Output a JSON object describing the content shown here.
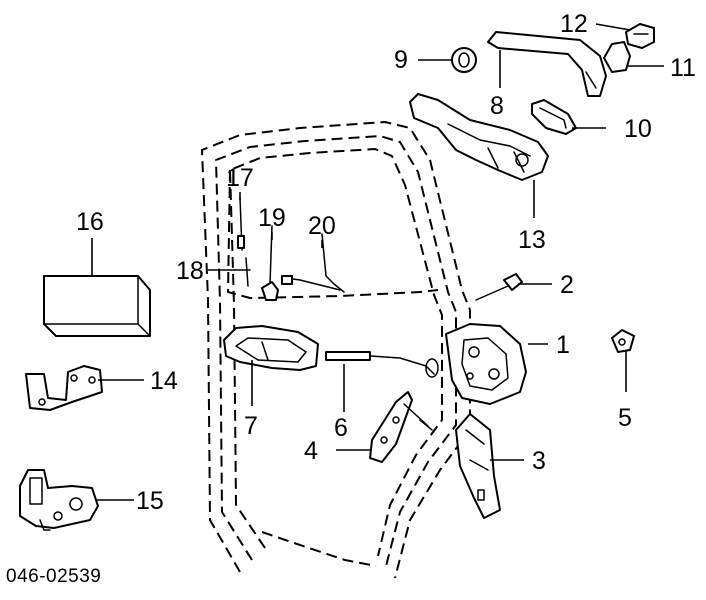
{
  "diagram_ref": "046-02539",
  "callouts": {
    "c1": "1",
    "c2": "2",
    "c3": "3",
    "c4": "4",
    "c5": "5",
    "c6": "6",
    "c7": "7",
    "c8": "8",
    "c9": "9",
    "c10": "10",
    "c11": "11",
    "c12": "12",
    "c13": "13",
    "c14": "14",
    "c15": "15",
    "c16": "16",
    "c17": "17",
    "c18": "18",
    "c19": "19",
    "c20": "20"
  }
}
